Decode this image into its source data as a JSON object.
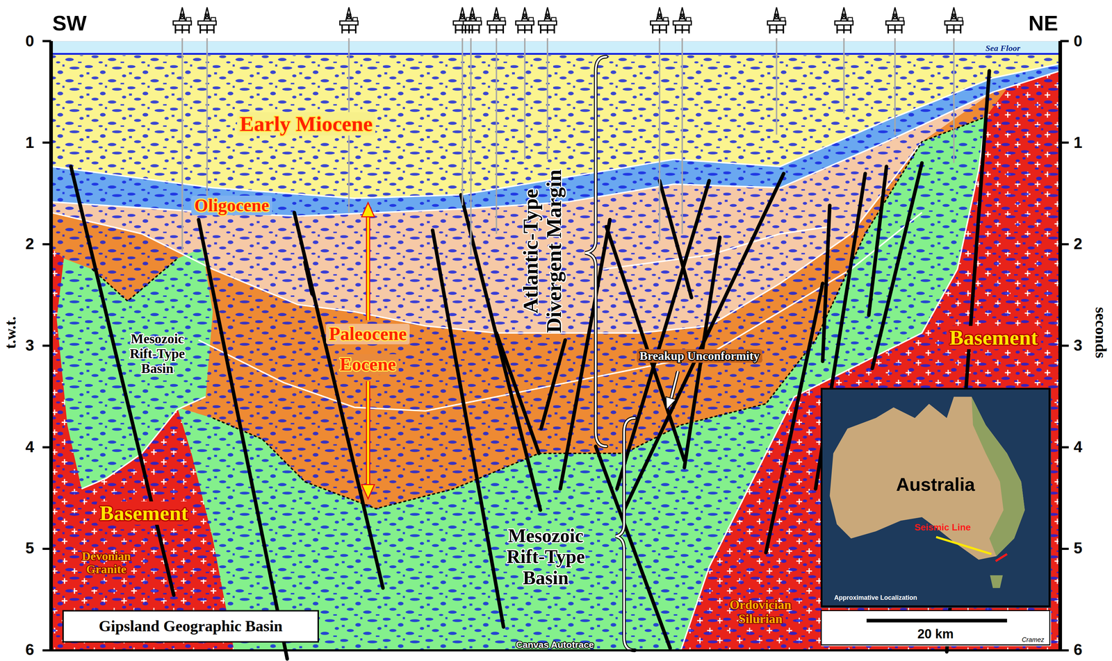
{
  "diagram": {
    "nodes": [
      {
        "text": [
          "Gipsland Geographic Basin"
        ]
      },
      {
        "text": [
          "Australia",
          "Seismic Line",
          "Approximative Localization"
        ]
      },
      {
        "text": [
          "20 km",
          "Cramez"
        ]
      }
    ],
    "labels": [
      "SW",
      "NE",
      "0",
      "1",
      "2",
      "3",
      "4",
      "5",
      "6",
      "0",
      "1",
      "2",
      "3",
      "4",
      "5",
      "6",
      "t.w.t.",
      "seconds",
      "Sea Floor",
      "Early Miocene",
      "Oligocene",
      "Paleocene",
      "Eocene",
      "Atlantic-Type Divergent Margin",
      "Mesozoic Rift-Type Basin",
      "Breakup Unconformity",
      "Mesozoic Rift-Type Basin",
      "Basement",
      "Basement",
      "Devonian Granite",
      "Ordovician Silurian",
      "Canvas Autotrace"
    ]
  }
}
